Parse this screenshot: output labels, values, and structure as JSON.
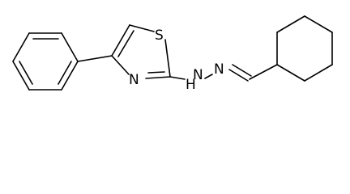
{
  "structure": {
    "atoms": {
      "S": "S",
      "N_ring": "N",
      "NH": "N",
      "H": "H",
      "N_imine": "N"
    },
    "groups": [
      "phenyl",
      "thiazole",
      "hydrazone",
      "cyclohexyl"
    ],
    "colors": {
      "bond": "#000000",
      "label": "#000000",
      "background": "#ffffff"
    }
  }
}
